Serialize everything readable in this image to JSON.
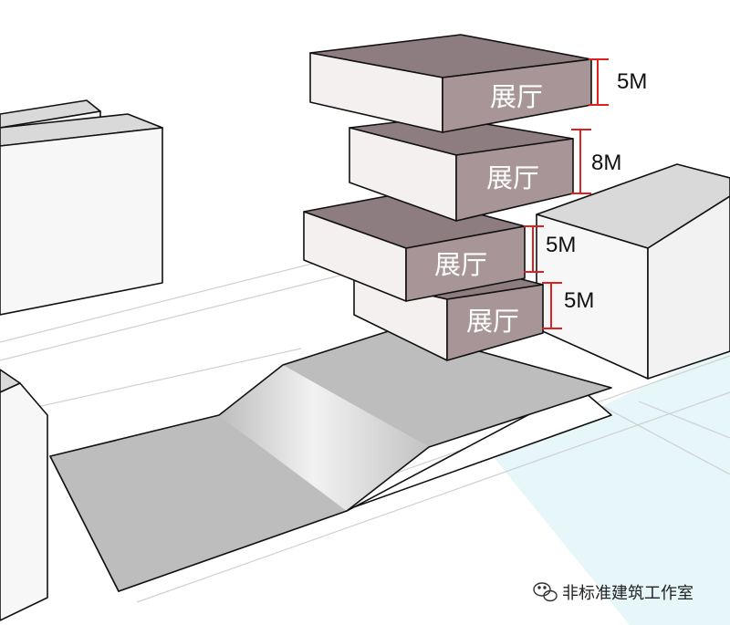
{
  "colors": {
    "block_top": "#8e7d80",
    "block_front": "#f5f0f0",
    "block_side": "#a89598",
    "building": "#f7f7f7",
    "building_top": "#d9d9d9",
    "plaza": "#bdbdbd",
    "water": "#e6f6f9",
    "dimension": "#e02020"
  },
  "blocks": [
    {
      "label": "展厅",
      "height_label": "5M"
    },
    {
      "label": "展厅",
      "height_label": "8M"
    },
    {
      "label": "展厅",
      "height_label": "5M"
    },
    {
      "label": "展厅",
      "height_label": "5M"
    }
  ],
  "watermark": {
    "icon": "wechat-icon",
    "text": "非标准建筑工作室"
  }
}
